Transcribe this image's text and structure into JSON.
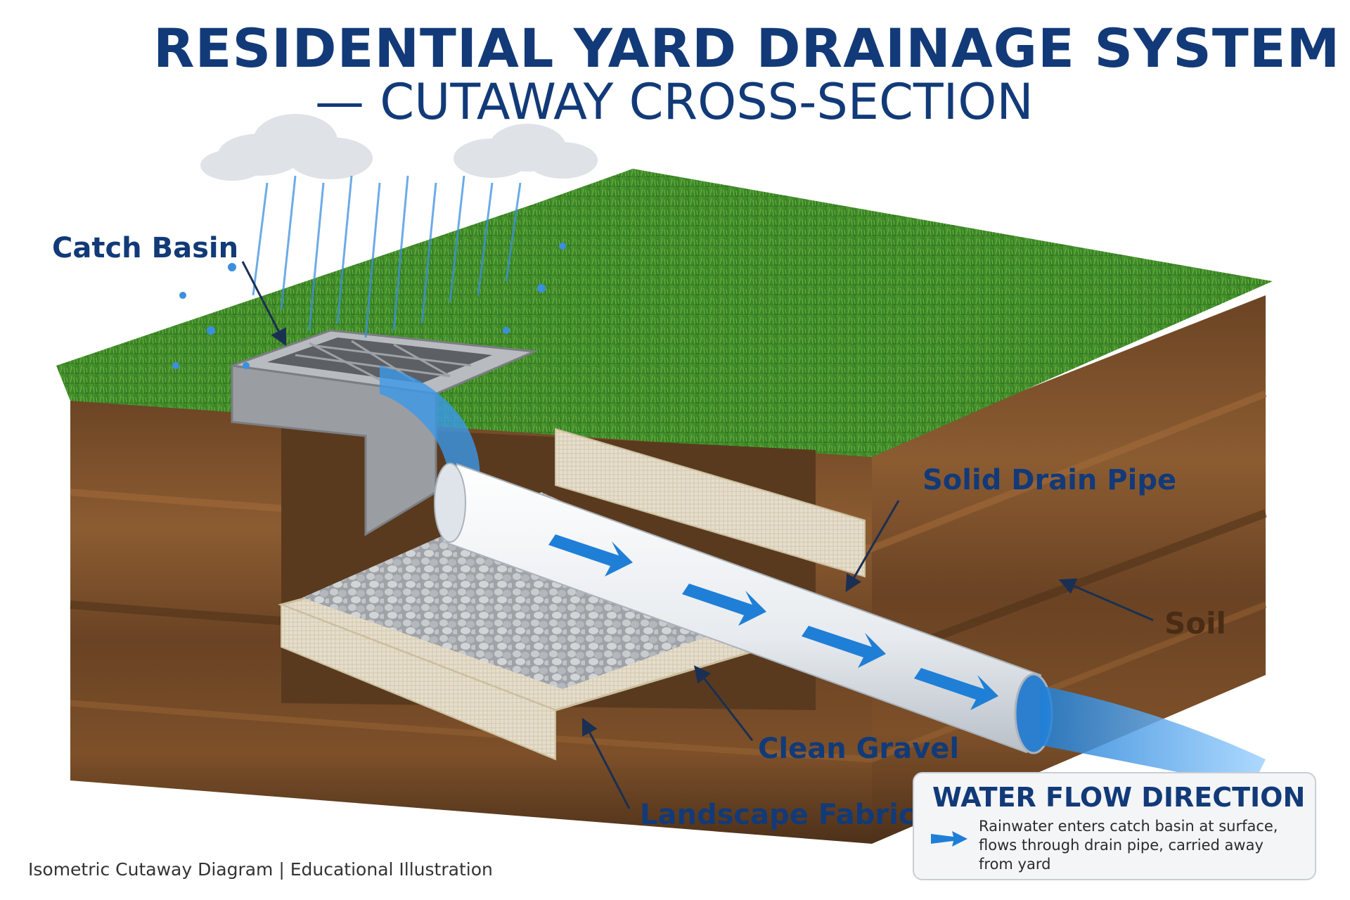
{
  "title": {
    "line1": "RESIDENTIAL YARD DRAINAGE SYSTEM",
    "line2": "— CUTAWAY CROSS-SECTION"
  },
  "labels": {
    "catch_basin": "Catch Basin",
    "solid_drain_pipe": "Solid Drain Pipe",
    "soil": "Soil",
    "clean_gravel": "Clean Gravel",
    "landscape_fabric": "Landscape Fabric"
  },
  "legend": {
    "title": "WATER FLOW DIRECTION",
    "text": "Rainwater enters catch basin at surface, flows through drain pipe, carried away from yard",
    "icon": "arrow-right-icon"
  },
  "footer": "Isometric Cutaway Diagram | Educational Illustration",
  "colors": {
    "title": "#123a78",
    "grass": "#3f8a2a",
    "soil_dark": "#5a3a1e",
    "soil_light": "#8a5a30",
    "gravel": "#b9bcbf",
    "fabric": "#e4dcc8",
    "pipe": "#eef1f4",
    "water": "#2f8fe0",
    "basin": "#a6a9ad"
  }
}
